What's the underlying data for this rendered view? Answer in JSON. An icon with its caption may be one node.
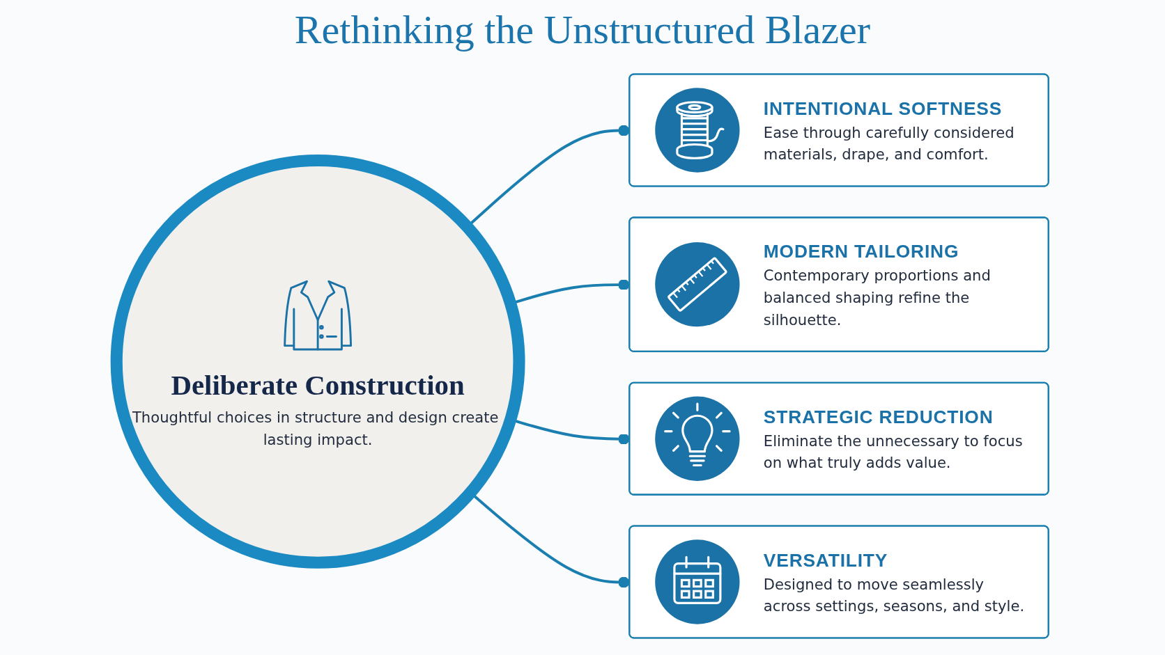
{
  "diagram": {
    "title": "Rethinking the Unstructured Blazer",
    "nodes": [
      {
        "text": [
          "INTENTIONAL SOFTNESS",
          "Ease through carefully considered materials, drape, and comfort."
        ]
      },
      {
        "text": [
          "Deliberate Construction",
          "Thoughtful choices in structure and design create lasting impact."
        ]
      },
      {
        "text": [
          "MODERN TAILORING",
          "Contemporary proportions and balanced shaping refine the silhouette."
        ]
      },
      {
        "text": [
          "STRATEGIC REDUCTION",
          "Eliminate the unnecessary to focus on what truly adds value."
        ]
      },
      {
        "text": [
          "VERSATILITY",
          "Designed to move seamlessly across settings, seasons, and style."
        ]
      }
    ],
    "edges": [
      {
        "from": 1,
        "to": 0,
        "arrow": "other"
      },
      {
        "from": 1,
        "to": 2,
        "arrow": "other"
      },
      {
        "from": 1,
        "to": 3,
        "arrow": "other"
      },
      {
        "from": 1,
        "to": 4,
        "arrow": "other"
      }
    ]
  }
}
